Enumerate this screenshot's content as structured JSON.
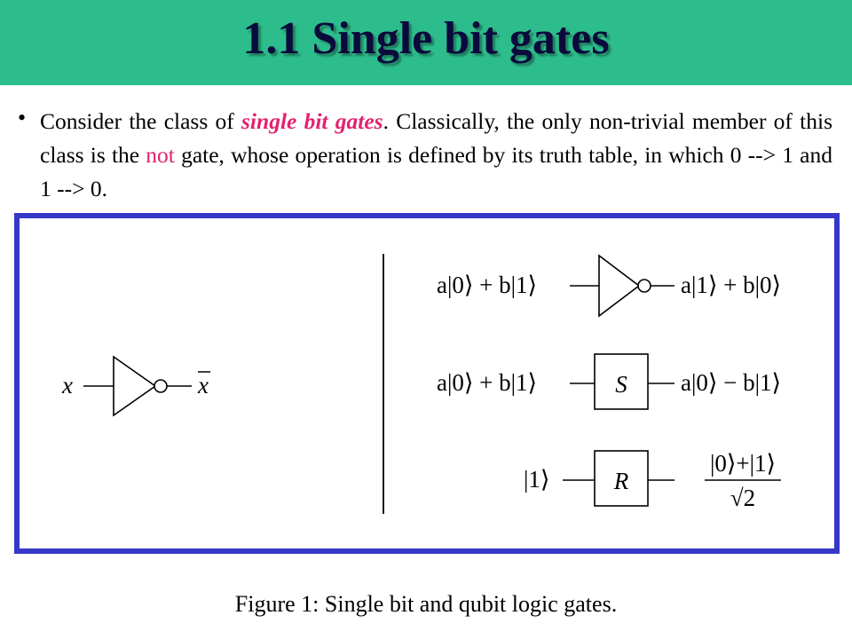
{
  "slide": {
    "title": "1.1 Single bit gates",
    "bullet": {
      "part1": "Consider the class of ",
      "emphasis1": "single bit gates",
      "part2": ". Classically, the only non-trivial member of this class is the ",
      "emphasis2": "not",
      "part3": " gate, whose operation is defined by its truth table, in which 0 --> 1 and 1 --> 0."
    },
    "caption": "Figure 1: Single bit and qubit logic gates."
  },
  "diagram": {
    "classical": {
      "input": "x",
      "output": "x"
    },
    "not_gate": {
      "input": "a|0⟩ + b|1⟩",
      "output": "a|1⟩ + b|0⟩"
    },
    "s_gate": {
      "label": "S",
      "input": "a|0⟩ + b|1⟩",
      "output": "a|0⟩ − b|1⟩"
    },
    "r_gate": {
      "label": "R",
      "input": "|1⟩",
      "output_num": "|0⟩+|1⟩",
      "output_den": "√2"
    }
  },
  "colors": {
    "title_bar": "#2dbd8c",
    "title_text": "#0a0a3c",
    "frame_border": "#3737c8",
    "emphasis": "#e0246f"
  }
}
